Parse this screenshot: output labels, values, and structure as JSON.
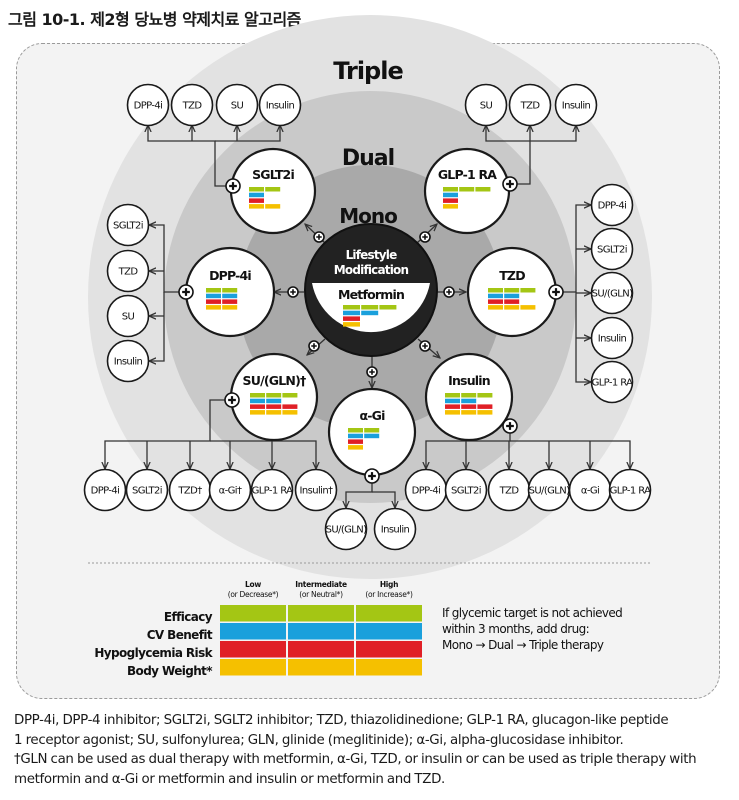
{
  "figure": {
    "title": "그림 10-1. 제2형 당뇨병 약제치료 알고리즘"
  },
  "rings": {
    "triple": "Triple",
    "dual": "Dual",
    "mono": "Mono"
  },
  "center": {
    "line1": "Lifestyle",
    "line2": "Modification",
    "metformin": "Metformin"
  },
  "colors": {
    "efficacy": "#a4c614",
    "cv_benefit": "#1aa0dc",
    "hypoglycemia": "#e01f26",
    "body_weight": "#f5c000"
  },
  "drugs": [
    {
      "id": "sglt2i",
      "label": "SGLT2i",
      "bars": [
        2,
        1,
        1,
        2
      ]
    },
    {
      "id": "glp1ra",
      "label": "GLP-1 RA",
      "bars": [
        3,
        1,
        1,
        1
      ]
    },
    {
      "id": "dpp4i",
      "label": "DPP-4i",
      "bars": [
        2,
        2,
        2,
        2
      ]
    },
    {
      "id": "tzd",
      "label": "TZD",
      "bars": [
        3,
        2,
        2,
        3
      ]
    },
    {
      "id": "su",
      "label": "SU/(GLN)†",
      "bars": [
        3,
        2,
        3,
        3
      ]
    },
    {
      "id": "insulin",
      "label": "Insulin",
      "bars": [
        3,
        2,
        3,
        3
      ]
    },
    {
      "id": "agi",
      "label": "α-Gi",
      "bars": [
        2,
        2,
        1,
        1
      ]
    }
  ],
  "metformin_bars": [
    3,
    2,
    1,
    1
  ],
  "small_nodes": {
    "top_left": [
      "DPP-4i",
      "TZD",
      "SU",
      "Insulin"
    ],
    "top_right": [
      "SU",
      "TZD",
      "Insulin"
    ],
    "left": [
      "SGLT2i",
      "TZD",
      "SU",
      "Insulin"
    ],
    "right": [
      "DPP-4i",
      "SGLT2i",
      "SU/(GLN)",
      "Insulin",
      "GLP-1 RA"
    ],
    "bottom_left": [
      "DPP-4i",
      "SGLT2i",
      "TZD†",
      "α-Gi†",
      "GLP-1 RA",
      "Insulin†"
    ],
    "bottom_right": [
      "DPP-4i",
      "SGLT2i",
      "TZD",
      "SU/(GLN)",
      "α-Gi",
      "GLP-1 RA"
    ],
    "bottom_center": [
      "SU/(GLN)",
      "Insulin"
    ]
  },
  "legend": {
    "columns": [
      {
        "title": "Low",
        "sub": "(or Decrease*)"
      },
      {
        "title": "Intermediate",
        "sub": "(or Neutral*)"
      },
      {
        "title": "High",
        "sub": "(or Increase*)"
      }
    ],
    "rows": [
      "Efficacy",
      "CV Benefit",
      "Hypoglycemia Risk",
      "Body Weight*"
    ],
    "note": [
      "If glycemic target is not achieved",
      "within 3 months, add drug:",
      "Mono → Dual  → Triple therapy"
    ]
  },
  "footnote": [
    "DPP-4i, DPP-4 inhibitor; SGLT2i, SGLT2 inhibitor; TZD, thiazolidinedione; GLP-1 RA, glucagon-like peptide",
    "1 receptor agonist; SU, sulfonylurea; GLN, glinide (meglitinide); α-Gi, alpha-glucosidase inhibitor.",
    "†GLN can be used as dual therapy with metformin, α-Gi, TZD, or insulin or can be used as triple therapy with",
    "metformin and α-Gi or metformin and insulin or metformin and TZD."
  ]
}
